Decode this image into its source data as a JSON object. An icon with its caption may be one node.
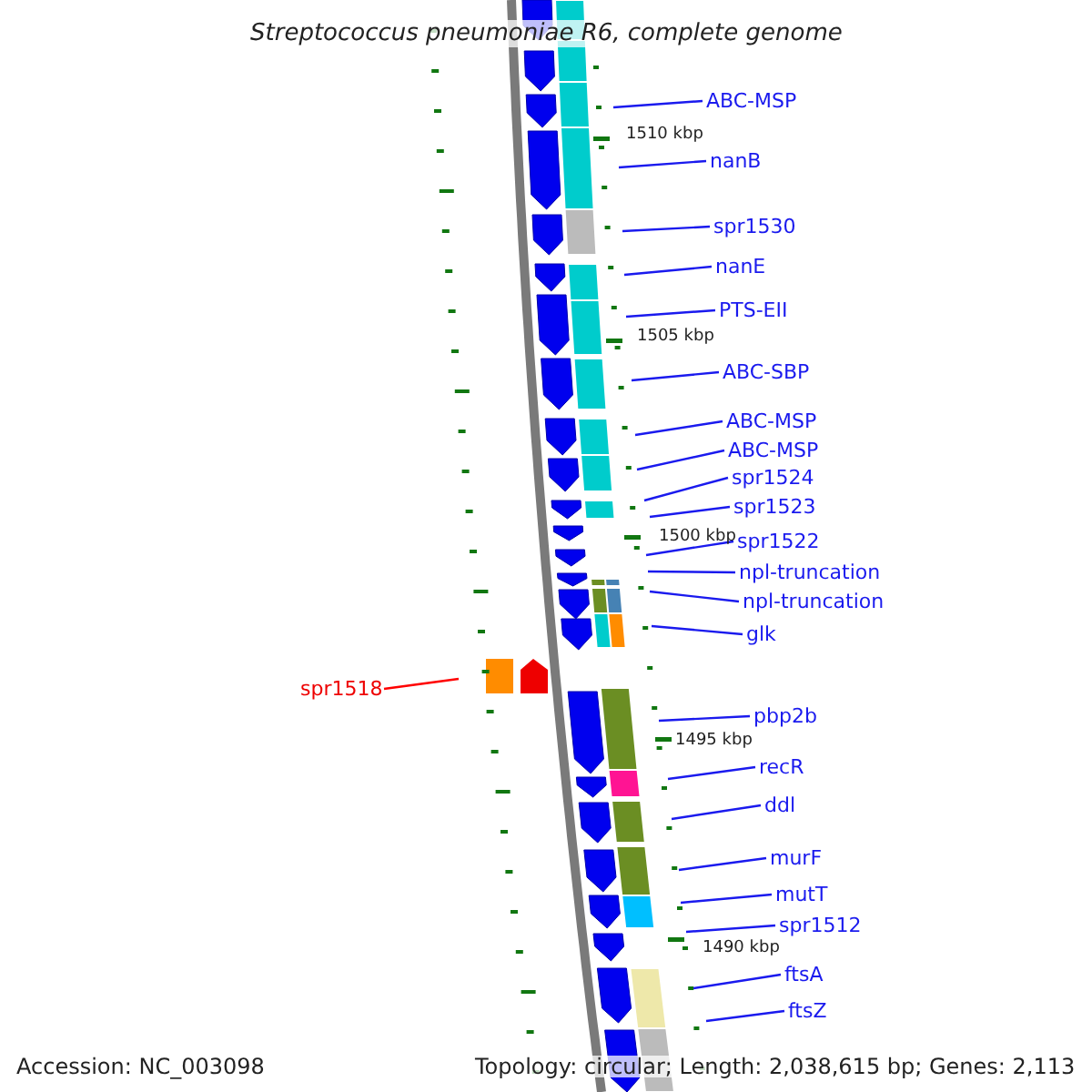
{
  "diagram": {
    "title": "Streptococcus pneumoniae R6, complete genome",
    "nodes": [
      {
        "text": [
          "ABC-MSP"
        ]
      },
      {
        "text": [
          "nanB"
        ]
      },
      {
        "text": [
          "spr1530"
        ]
      },
      {
        "text": [
          "nanE"
        ]
      },
      {
        "text": [
          "PTS-EII"
        ]
      },
      {
        "text": [
          "ABC-SBP"
        ]
      },
      {
        "text": [
          "ABC-MSP"
        ]
      },
      {
        "text": [
          "ABC-MSP"
        ]
      },
      {
        "text": [
          "spr1524"
        ]
      },
      {
        "text": [
          "spr1523"
        ]
      },
      {
        "text": [
          "spr1522"
        ]
      },
      {
        "text": [
          "npl-truncation"
        ]
      },
      {
        "text": [
          "npl-truncation"
        ]
      },
      {
        "text": [
          "glk"
        ]
      },
      {
        "text": [
          "spr1518"
        ]
      },
      {
        "text": [
          "pbp2b"
        ]
      },
      {
        "text": [
          "recR"
        ]
      },
      {
        "text": [
          "ddl"
        ]
      },
      {
        "text": [
          "murF"
        ]
      },
      {
        "text": [
          "mutT"
        ]
      },
      {
        "text": [
          "spr1512"
        ]
      },
      {
        "text": [
          "ftsA"
        ]
      },
      {
        "text": [
          "ftsZ"
        ]
      }
    ],
    "edges": [
      {
        "from": 0,
        "to": null,
        "arrow": "none"
      },
      {
        "from": 1,
        "to": null,
        "arrow": "none"
      },
      {
        "from": 2,
        "to": null,
        "arrow": "none"
      },
      {
        "from": 3,
        "to": null,
        "arrow": "none"
      },
      {
        "from": 4,
        "to": null,
        "arrow": "none"
      },
      {
        "from": 5,
        "to": null,
        "arrow": "none"
      },
      {
        "from": 6,
        "to": null,
        "arrow": "none"
      },
      {
        "from": 7,
        "to": null,
        "arrow": "none"
      },
      {
        "from": 8,
        "to": null,
        "arrow": "none"
      },
      {
        "from": 9,
        "to": null,
        "arrow": "none"
      },
      {
        "from": 10,
        "to": null,
        "arrow": "none"
      },
      {
        "from": 11,
        "to": null,
        "arrow": "none"
      },
      {
        "from": 12,
        "to": null,
        "arrow": "none"
      },
      {
        "from": 13,
        "to": null,
        "arrow": "none"
      },
      {
        "from": 14,
        "to": null,
        "arrow": "none",
        "color": "#ff0000"
      },
      {
        "from": 15,
        "to": null,
        "arrow": "none"
      },
      {
        "from": 16,
        "to": null,
        "arrow": "none"
      },
      {
        "from": 17,
        "to": null,
        "arrow": "none"
      },
      {
        "from": 18,
        "to": null,
        "arrow": "none"
      },
      {
        "from": 19,
        "to": null,
        "arrow": "none"
      },
      {
        "from": 20,
        "to": null,
        "arrow": "none"
      },
      {
        "from": 21,
        "to": null,
        "arrow": "none"
      },
      {
        "from": 22,
        "to": null,
        "arrow": "none"
      }
    ],
    "labels": [
      "1510 kbp",
      "1505 kbp",
      "1500 kbp",
      "1495 kbp",
      "1490 kbp",
      "Accession: NC_003098",
      "Topology: circular; Length: 2,038,615 bp; Genes: 2,113"
    ]
  }
}
